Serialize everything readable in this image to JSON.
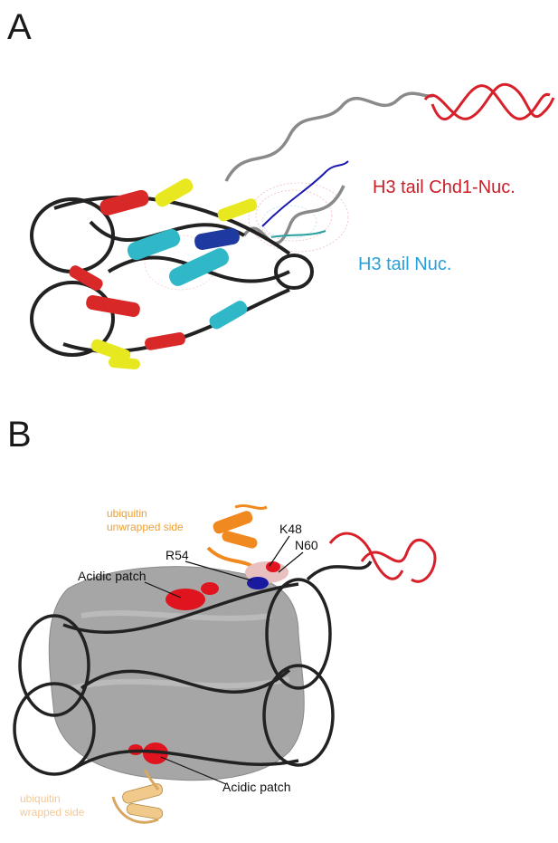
{
  "panel_a": {
    "letter": "A",
    "label_chd1": "H3 tail Chd1-Nuc.",
    "label_nuc": "H3 tail Nuc."
  },
  "panel_b": {
    "letter": "B",
    "ubiquitin_unwrapped": [
      "ubiquitin",
      "unwrapped side"
    ],
    "ubiquitin_wrapped": [
      "ubiquitin",
      "wrapped side"
    ],
    "residue_k48": "K48",
    "residue_n60": "N60",
    "residue_r54": "R54",
    "acidic_patch_top": "Acidic patch",
    "acidic_patch_bottom": "Acidic patch"
  },
  "colors": {
    "label_red": "#c8202a",
    "label_blue": "#2a9fd8",
    "ubiquitin_orange": "#f0a030",
    "ubiquitin_light": "#f3c996",
    "surface_gray": "#a6a6a6",
    "dna_black": "#222222",
    "dna_gray": "#777777",
    "acidic_red": "#e0141e"
  }
}
